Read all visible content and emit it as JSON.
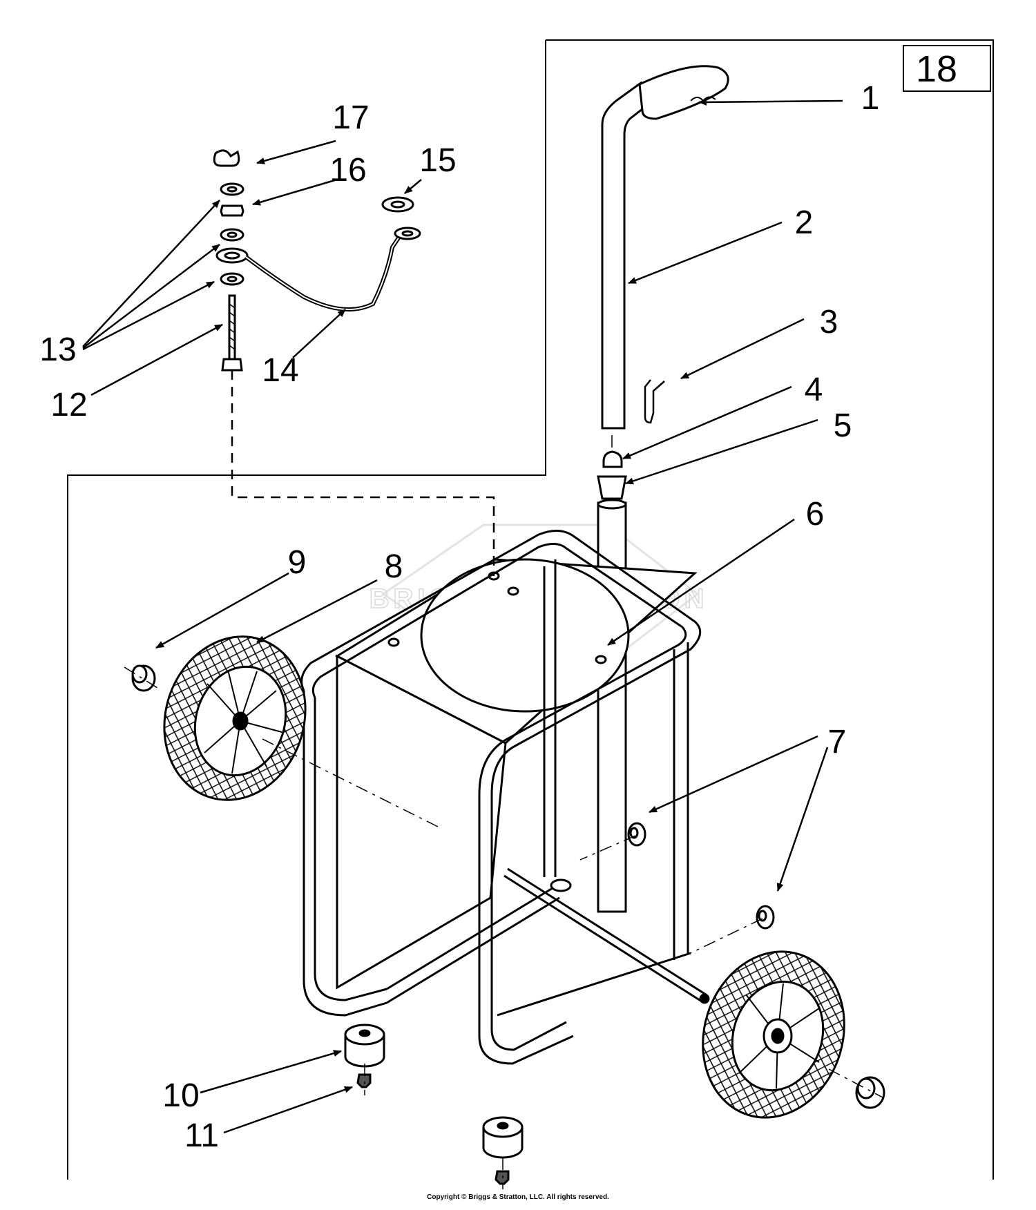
{
  "figure_number": "18",
  "callouts": [
    {
      "id": "1",
      "label": "1"
    },
    {
      "id": "2",
      "label": "2"
    },
    {
      "id": "3",
      "label": "3"
    },
    {
      "id": "4",
      "label": "4"
    },
    {
      "id": "5",
      "label": "5"
    },
    {
      "id": "6",
      "label": "6"
    },
    {
      "id": "7",
      "label": "7"
    },
    {
      "id": "8",
      "label": "8"
    },
    {
      "id": "9",
      "label": "9"
    },
    {
      "id": "10",
      "label": "10"
    },
    {
      "id": "11",
      "label": "11"
    },
    {
      "id": "12",
      "label": "12"
    },
    {
      "id": "13",
      "label": "13"
    },
    {
      "id": "14",
      "label": "14"
    },
    {
      "id": "15",
      "label": "15"
    },
    {
      "id": "16",
      "label": "16"
    },
    {
      "id": "17",
      "label": "17"
    }
  ],
  "watermark": "BRIGGS&STRATTON",
  "copyright": "Copyright © Briggs & Stratton, LLC. All rights reserved."
}
